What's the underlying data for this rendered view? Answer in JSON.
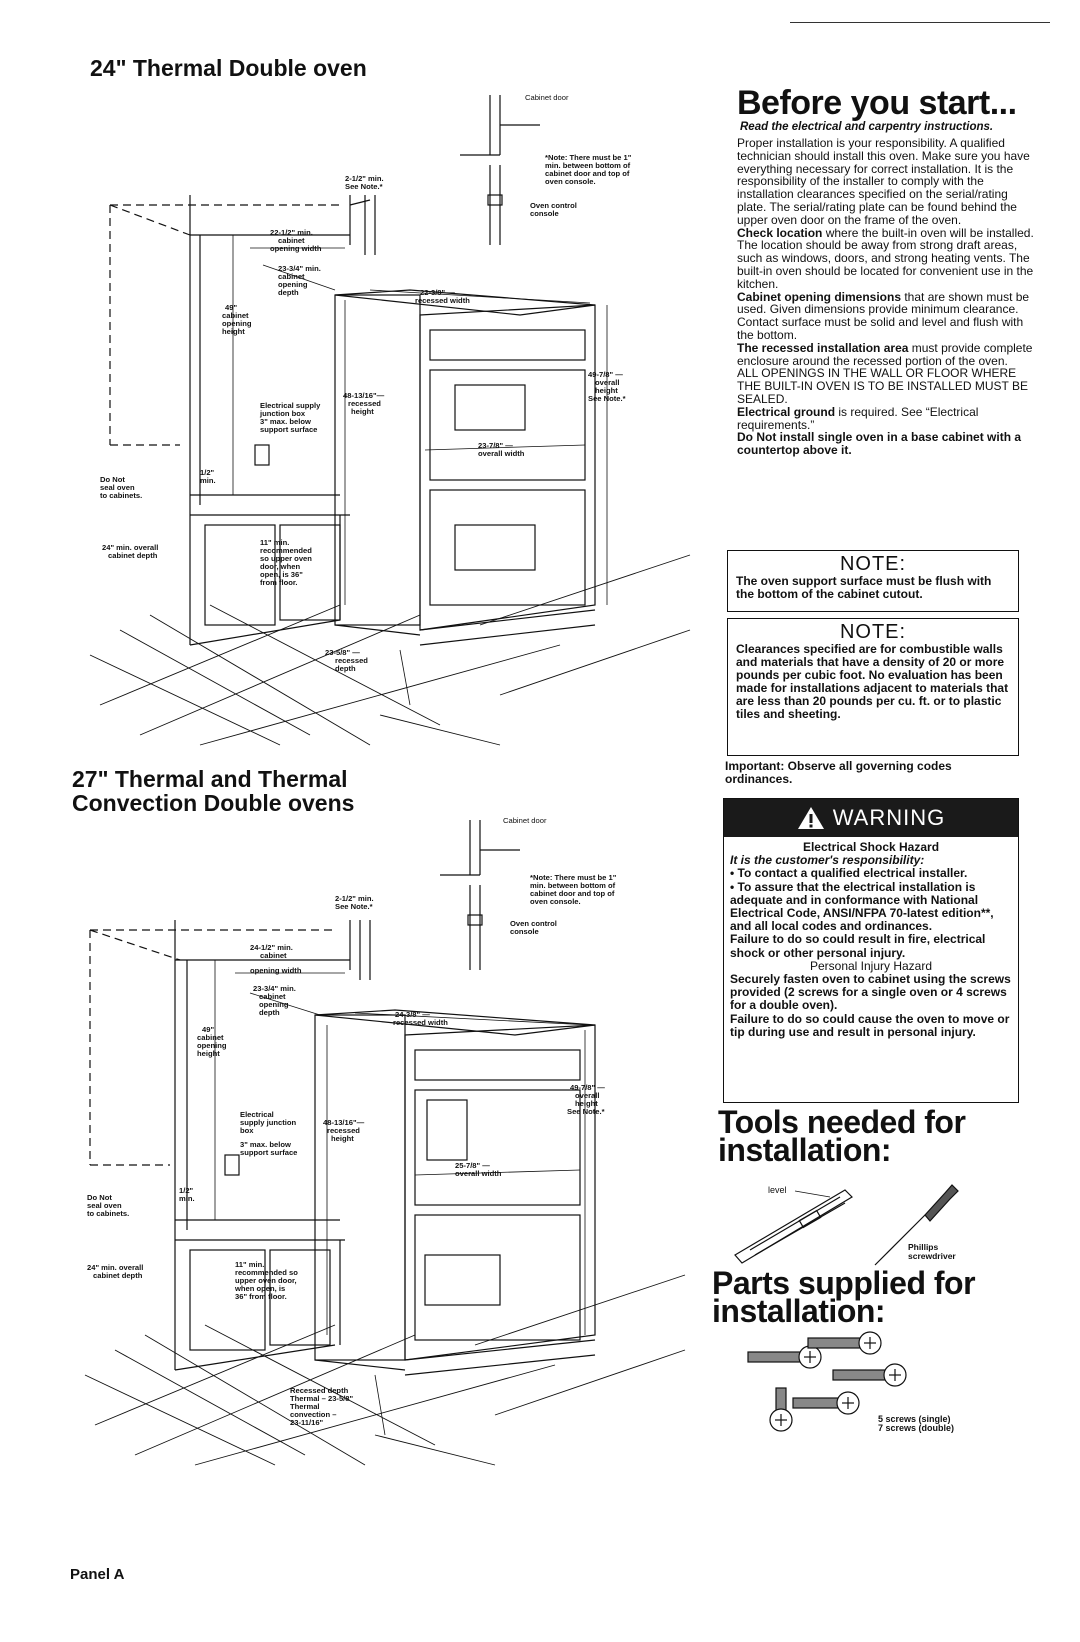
{
  "sections": {
    "oven24_title": "24\" Thermal Double oven",
    "oven27_title_line1": "27\" Thermal and Thermal",
    "oven27_title_line2": "Convection Double ovens"
  },
  "diagram24": {
    "cabinet_door": "Cabinet door",
    "note_l1": "*Note: There must be 1\"",
    "note_l2": "min. between bottom of",
    "note_l3": "cabinet door and top of",
    "note_l4": "oven console.",
    "oven_control_l1": "Oven control",
    "oven_control_l2": "console",
    "min212_l1": "2-1/2\" min.",
    "min212_l2": "See Note.*",
    "width_l1": "22-1/2\" min.",
    "width_l2": "cabinet",
    "width_l3": "opening width",
    "depth_l1": "23-3/4\" min.",
    "depth_l2": "cabinet",
    "depth_l3": "opening",
    "depth_l4": "depth",
    "height49_l1": "49\"",
    "height49_l2": "cabinet",
    "height49_l3": "opening",
    "height49_l4": "height",
    "recessed_width_l1": "22-3/8\" —",
    "recessed_width_l2": "recessed width",
    "elec_l1": "Electrical supply",
    "elec_l2": "junction box",
    "elec_l3": "3\" max. below",
    "elec_l4": "support surface",
    "rec_height_l1": "48-13/16\"—",
    "rec_height_l2": "recessed",
    "rec_height_l3": "height",
    "overall_height_l1": "49-7/8\" —",
    "overall_height_l2": "overall",
    "overall_height_l3": "height",
    "overall_height_l4": "See Note.*",
    "overall_width_l1": "23-7/8\" —",
    "overall_width_l2": "overall width",
    "do_not_l1": "Do Not",
    "do_not_l2": "seal oven",
    "do_not_l3": "to cabinets.",
    "half_l1": "1/2\"",
    "half_l2": "min.",
    "cab_depth_l1": "24\" min. overall",
    "cab_depth_l2": "cabinet depth",
    "eleven_l1": "11\" min.",
    "eleven_l2": "recommended",
    "eleven_l3": "so upper oven",
    "eleven_l4": "door, when",
    "eleven_l5": "open, is 36\"",
    "eleven_l6": "from floor.",
    "rec_depth_l1": "23-5/8\" —",
    "rec_depth_l2": "recessed",
    "rec_depth_l3": "depth"
  },
  "diagram27": {
    "cabinet_door": "Cabinet door",
    "note_l1": "*Note: There must be 1\"",
    "note_l2": "min. between bottom of",
    "note_l3": "cabinet door and top of",
    "note_l4": "oven console.",
    "oven_control_l1": "Oven control",
    "oven_control_l2": "console",
    "min212_l1": "2-1/2\" min.",
    "min212_l2": "See Note.*",
    "width_l1": "24-1/2\" min.",
    "width_l2": "cabinet",
    "width_l3": "opening width",
    "depth_l1": "23-3/4\" min.",
    "depth_l2": "cabinet",
    "depth_l3": "opening",
    "depth_l4": "depth",
    "height49_l1": "49\"",
    "height49_l2": "cabinet",
    "height49_l3": "opening",
    "height49_l4": "height",
    "recessed_width_l1": "24-3/8\" —",
    "recessed_width_l2": "recessed width",
    "elec_l1": "Electrical",
    "elec_l2": "supply junction",
    "elec_l3": "box",
    "elec_l4": "3\" max. below",
    "elec_l5": "support surface",
    "rec_height_l1": "48-13/16\"—",
    "rec_height_l2": "recessed",
    "rec_height_l3": "height",
    "overall_height_l1": "49-7/8\" —",
    "overall_height_l2": "overall",
    "overall_height_l3": "height",
    "overall_height_l4": "See Note.*",
    "overall_width_l1": "25-7/8\" —",
    "overall_width_l2": "overall width",
    "do_not_l1": "Do Not",
    "do_not_l2": "seal oven",
    "do_not_l3": "to cabinets.",
    "half_l1": "1/2\"",
    "half_l2": "min.",
    "cab_depth_l1": "24\" min. overall",
    "cab_depth_l2": "cabinet depth",
    "eleven_l1": "11\" min.",
    "eleven_l2": "recommended so",
    "eleven_l3": "upper oven door,",
    "eleven_l4": "when open, is",
    "eleven_l5": "36\" from floor.",
    "rec_depth_l1": "Recessed depth",
    "rec_depth_l2": "Thermal – 23-5/8\"",
    "rec_depth_l3": "Thermal",
    "rec_depth_l4": "convection –",
    "rec_depth_l5": "23-11/16\""
  },
  "before": {
    "heading": "Before you start...",
    "subheading": "Read the electrical and carpentry instructions.",
    "p1": "Proper installation is your responsibility. A qualified technician should install this oven. Make sure you have everything necessary for correct installation. It is the responsibility of the installer to comply with the installation clearances specified on the serial/rating plate. The serial/rating plate can be found behind the upper oven door on the frame of the oven.",
    "p2_bold": "Check location",
    "p2": " where the built-in oven will be installed. The location should be away from strong draft areas, such as windows, doors, and strong heating vents. The built-in oven should be located for convenient use in the kitchen.",
    "p3_bold": "Cabinet opening dimensions",
    "p3": " that are shown must be used. Given dimensions provide minimum clearance. Contact surface must be solid and level and flush with the bottom.",
    "p4_bold": "The recessed installation area",
    "p4": " must provide complete enclosure around the recessed portion of the oven.",
    "p5": "ALL OPENINGS IN THE WALL OR FLOOR WHERE THE BUILT-IN OVEN IS TO BE INSTALLED MUST BE SEALED.",
    "p6_bold": "Electrical ground",
    "p6": " is required. See “Electrical requirements.”",
    "p7": "Do Not install single oven in a base cabinet with a countertop above it."
  },
  "note1": {
    "heading": "NOTE:",
    "body": "The oven support surface must be flush with the bottom of the cabinet cutout."
  },
  "note2": {
    "heading": "NOTE:",
    "body": "Clearances specified are for combustible walls and materials that have a density of 20 or more pounds per cubic foot. No evaluation has been made for installations adjacent to materials that are less than 20 pounds per cu. ft. or to plastic tiles and sheeting."
  },
  "important": "Important: Observe all governing codes ordinances.",
  "warning": {
    "heading": "WARNING",
    "title": "Electrical Shock Hazard",
    "resp": "It is the customer's responsibility:",
    "b1": "• To contact a qualified electrical installer.",
    "b2": "• To assure that the electrical installation is adequate and in conformance with National Electrical Code, ANSI/NFPA 70-latest edition**, and all local codes and ordinances.",
    "fail1": "Failure to do so could result in fire, electrical shock or other personal injury.",
    "title2": "Personal Injury Hazard",
    "secure": "Securely fasten oven to cabinet using the screws provided (2 screws for a single oven or 4 screws for a double oven).",
    "fail2": "Failure to do so could cause the oven to move or tip during use and result in personal injury."
  },
  "tools": {
    "heading_l1": "Tools needed for",
    "heading_l2": "installation:",
    "level": "level",
    "screwdriver_l1": "Phillips",
    "screwdriver_l2": "screwdriver"
  },
  "parts": {
    "heading_l1": "Parts supplied for",
    "heading_l2": "installation:",
    "screws_l1": "5 screws (single)",
    "screws_l2": "7 screws (double)"
  },
  "footer": "Panel A"
}
